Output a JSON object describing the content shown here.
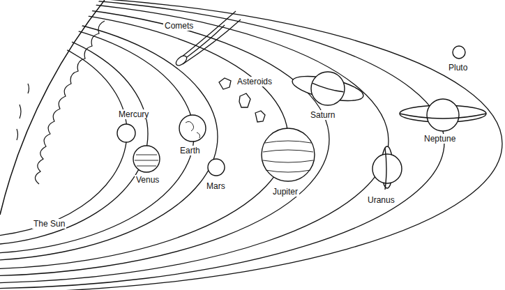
{
  "diagram": {
    "labels": [
      "Comets",
      "Asteroids",
      "Mercury",
      "Earth",
      "Venus",
      "Mars",
      "Jupiter",
      "Saturn",
      "Uranus",
      "Neptune",
      "Pluto",
      "The Sun"
    ]
  }
}
